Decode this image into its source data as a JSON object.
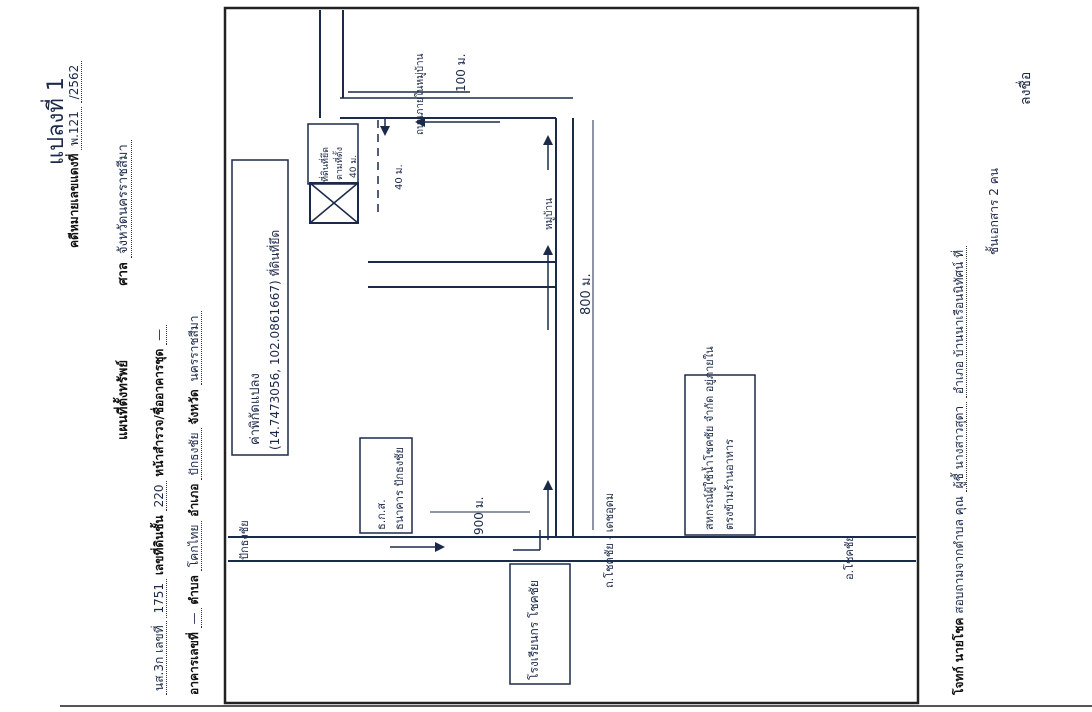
{
  "header": {
    "title": "แปลงที่ 1",
    "doc_number_label": "คดีหมายเลขแดงที่",
    "doc_number_value": "พ.121",
    "doc_year": "/2562",
    "court_label": "ศาล",
    "court_value": "จังหวัดนครราชสีมา",
    "map_title": "แผนที่ตั้งทรัพย์",
    "deed_label": "นส.3ก เลขที่",
    "deed_value": "1751",
    "parcel_label": "เลขที่ดินชั้น",
    "parcel_value": "220",
    "survey_label": "หน้าสำรวจ/ชื่ออาคารชุด",
    "survey_value": "—",
    "building_label": "อาคารเลขที่",
    "building_value": "—",
    "subdistrict_label": "ตำบล",
    "subdistrict_value": "โคกไทย",
    "district_label": "อำเภอ",
    "district_value": "ปักธงชัย",
    "province_label": "จังหวัด",
    "province_value": "นครราชสีมา"
  },
  "map": {
    "coords_label": "ค่าพิกัดแปลง",
    "coords_value": "(14.7473056, 102.0861667)",
    "coords_suffix": "ที่ดินที่ยึด",
    "property_label": "ที่ดินที่ยึด",
    "property_note": "ตามที่ตั้ง",
    "dist_100_top": "100 ม.",
    "dist_40_right": "40 ม.",
    "dist_40_left": "40 ม.",
    "dist_800": "800 ม.",
    "dist_900": "900 ม.",
    "village_label": "หมู่บ้าน",
    "road_village": "ถนนภายในหมู่บ้าน",
    "main_road_left": "ปักธงชัย",
    "main_road_center": "ถ.โชคชัย - เดชอุดม",
    "main_road_right": "อ.โชคชัย",
    "landmark_bank": "ธนาคาร ปักธงชัย",
    "landmark_bank_prefix": "ธ.ก.ส.",
    "landmark_plaza": "โรงเรียนกร โชคชัย",
    "landmark_coop": "สหกรณ์ผู้ใช้น้ำโชคชัย จำกัด อยู่ภายใน",
    "landmark_coop_line2": "ตรงข้ามร้านอาหาร"
  },
  "footer": {
    "phone_label": "โจทก์ นายโชค",
    "phone_text": "สอบถามจากตำบล คุณ",
    "drawer_label": "ผู้ชี้ นางสาวสุดา",
    "office_text": "อำเภอ บ้านนาเรือนนิทัศน์ ที่",
    "rank_text": "ชั้นเอกสาร 2 คน",
    "signature": "ลงชื่อ"
  }
}
